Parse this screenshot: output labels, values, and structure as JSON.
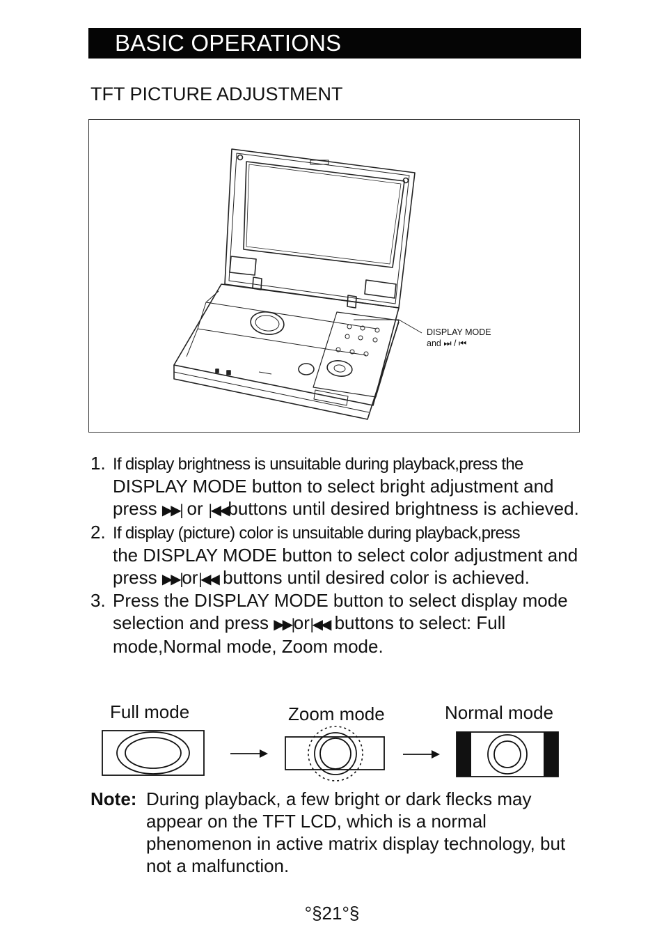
{
  "header": {
    "title": "BASIC OPERATIONS"
  },
  "section": {
    "title": "TFT PICTURE ADJUSTMENT"
  },
  "figure": {
    "callout_line1": "DISPLAY MODE",
    "callout_line2": "and ⏭ / ⏮"
  },
  "steps": [
    {
      "number": "1.",
      "cond": "If display brightness is unsuitable during playback,press the",
      "text_a": "DISPLAY MODE button to select bright adjustment and press ",
      "sym_next": "▶▶|",
      "or": " or ",
      "sym_prev": "|◀◀",
      "text_b": "buttons until desired brightness is achieved."
    },
    {
      "number": "2.",
      "cond": "If display (picture) color is unsuitable during playback,press",
      "text_a": "the DISPLAY MODE button to select color adjustment and press ",
      "sym_next": "▶▶|",
      "or": "or",
      "sym_prev": "|◀◀",
      "text_b": " buttons until desired color is achieved."
    },
    {
      "number": "3.",
      "text_a": "Press the DISPLAY MODE button to select display mode selection and press ",
      "sym_next": "▶▶|",
      "or": "or",
      "sym_prev": "|◀◀",
      "text_b": " buttons to select: Full mode,Normal mode, Zoom mode."
    }
  ],
  "modes": {
    "full": "Full mode",
    "zoom": "Zoom mode",
    "normal": "Normal mode"
  },
  "note": {
    "label": "Note:",
    "text": "During playback, a few bright or dark flecks may appear on the TFT LCD, which is a normal phenomenon in active matrix display technology, but not a malfunction."
  },
  "page_number": "°§21°§"
}
